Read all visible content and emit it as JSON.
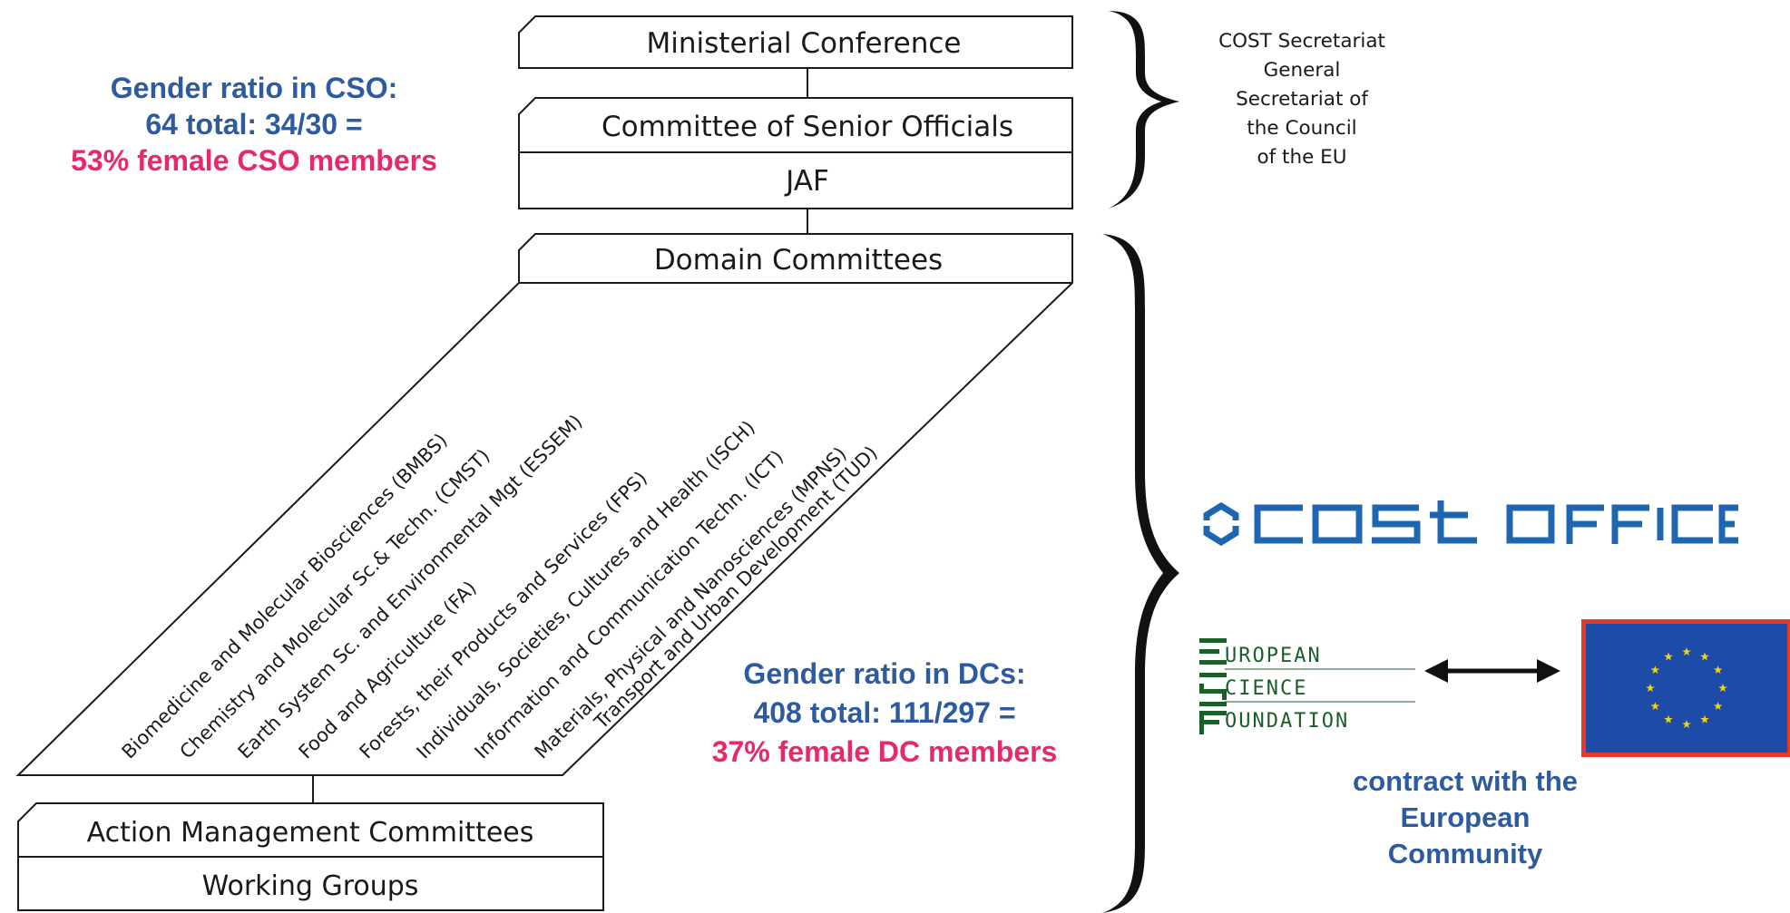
{
  "boxes": {
    "ministerial_conference": "Ministerial Conference",
    "committee_senior_officials": "Committee of Senior Officials",
    "jaf": "JAF",
    "domain_committees": "Domain Committees",
    "action_management_committees": "Action Management Committees",
    "working_groups": "Working Groups"
  },
  "domains": [
    "Biomedicine and Molecular Biosciences (BMBS)",
    "Chemistry and Molecular Sc.& Techn. (CMST)",
    "Earth System Sc. and Environmental Mgt (ESSEM)",
    "Food and Agriculture (FA)",
    "Forests, their Products and Services (FPS)",
    "Individuals, Societies, Cultures and Health (ISCH)",
    "Information and Communication Techn. (ICT)",
    "Materials, Physical and Nanosciences (MPNS)",
    "Transport and Urban Development (TUD)"
  ],
  "secretariat": {
    "lines": [
      "COST Secretariat",
      "General",
      "Secretariat of",
      "the Council",
      "of the EU"
    ]
  },
  "cso_stats": {
    "line1": "Gender ratio in CSO:",
    "line2": "64 total: 34/30 =",
    "line3": "53% female CSO members"
  },
  "dc_stats": {
    "line1": "Gender ratio in DCs:",
    "line2": "408 total: 111/297 =",
    "line3": "37% female DC members"
  },
  "cost_office": {
    "text": "COST OFFICE",
    "color": "#1f66b0"
  },
  "esf": {
    "lines": [
      "UROPEAN",
      "CIENCE",
      "OUNDATION"
    ],
    "letter": "E",
    "color": "#1b5e2a"
  },
  "contract": {
    "line1": "contract with the",
    "line2": "European",
    "line3": "Community"
  },
  "colors": {
    "blue": "#2e5b9e",
    "pink": "#e8286e",
    "eu_blue": "#1e4aa8",
    "eu_star": "#f4d20a",
    "eu_border": "#e23a2b"
  },
  "icons": [
    "double-arrow-icon",
    "eu-flag-icon",
    "cost-logo-icon"
  ]
}
